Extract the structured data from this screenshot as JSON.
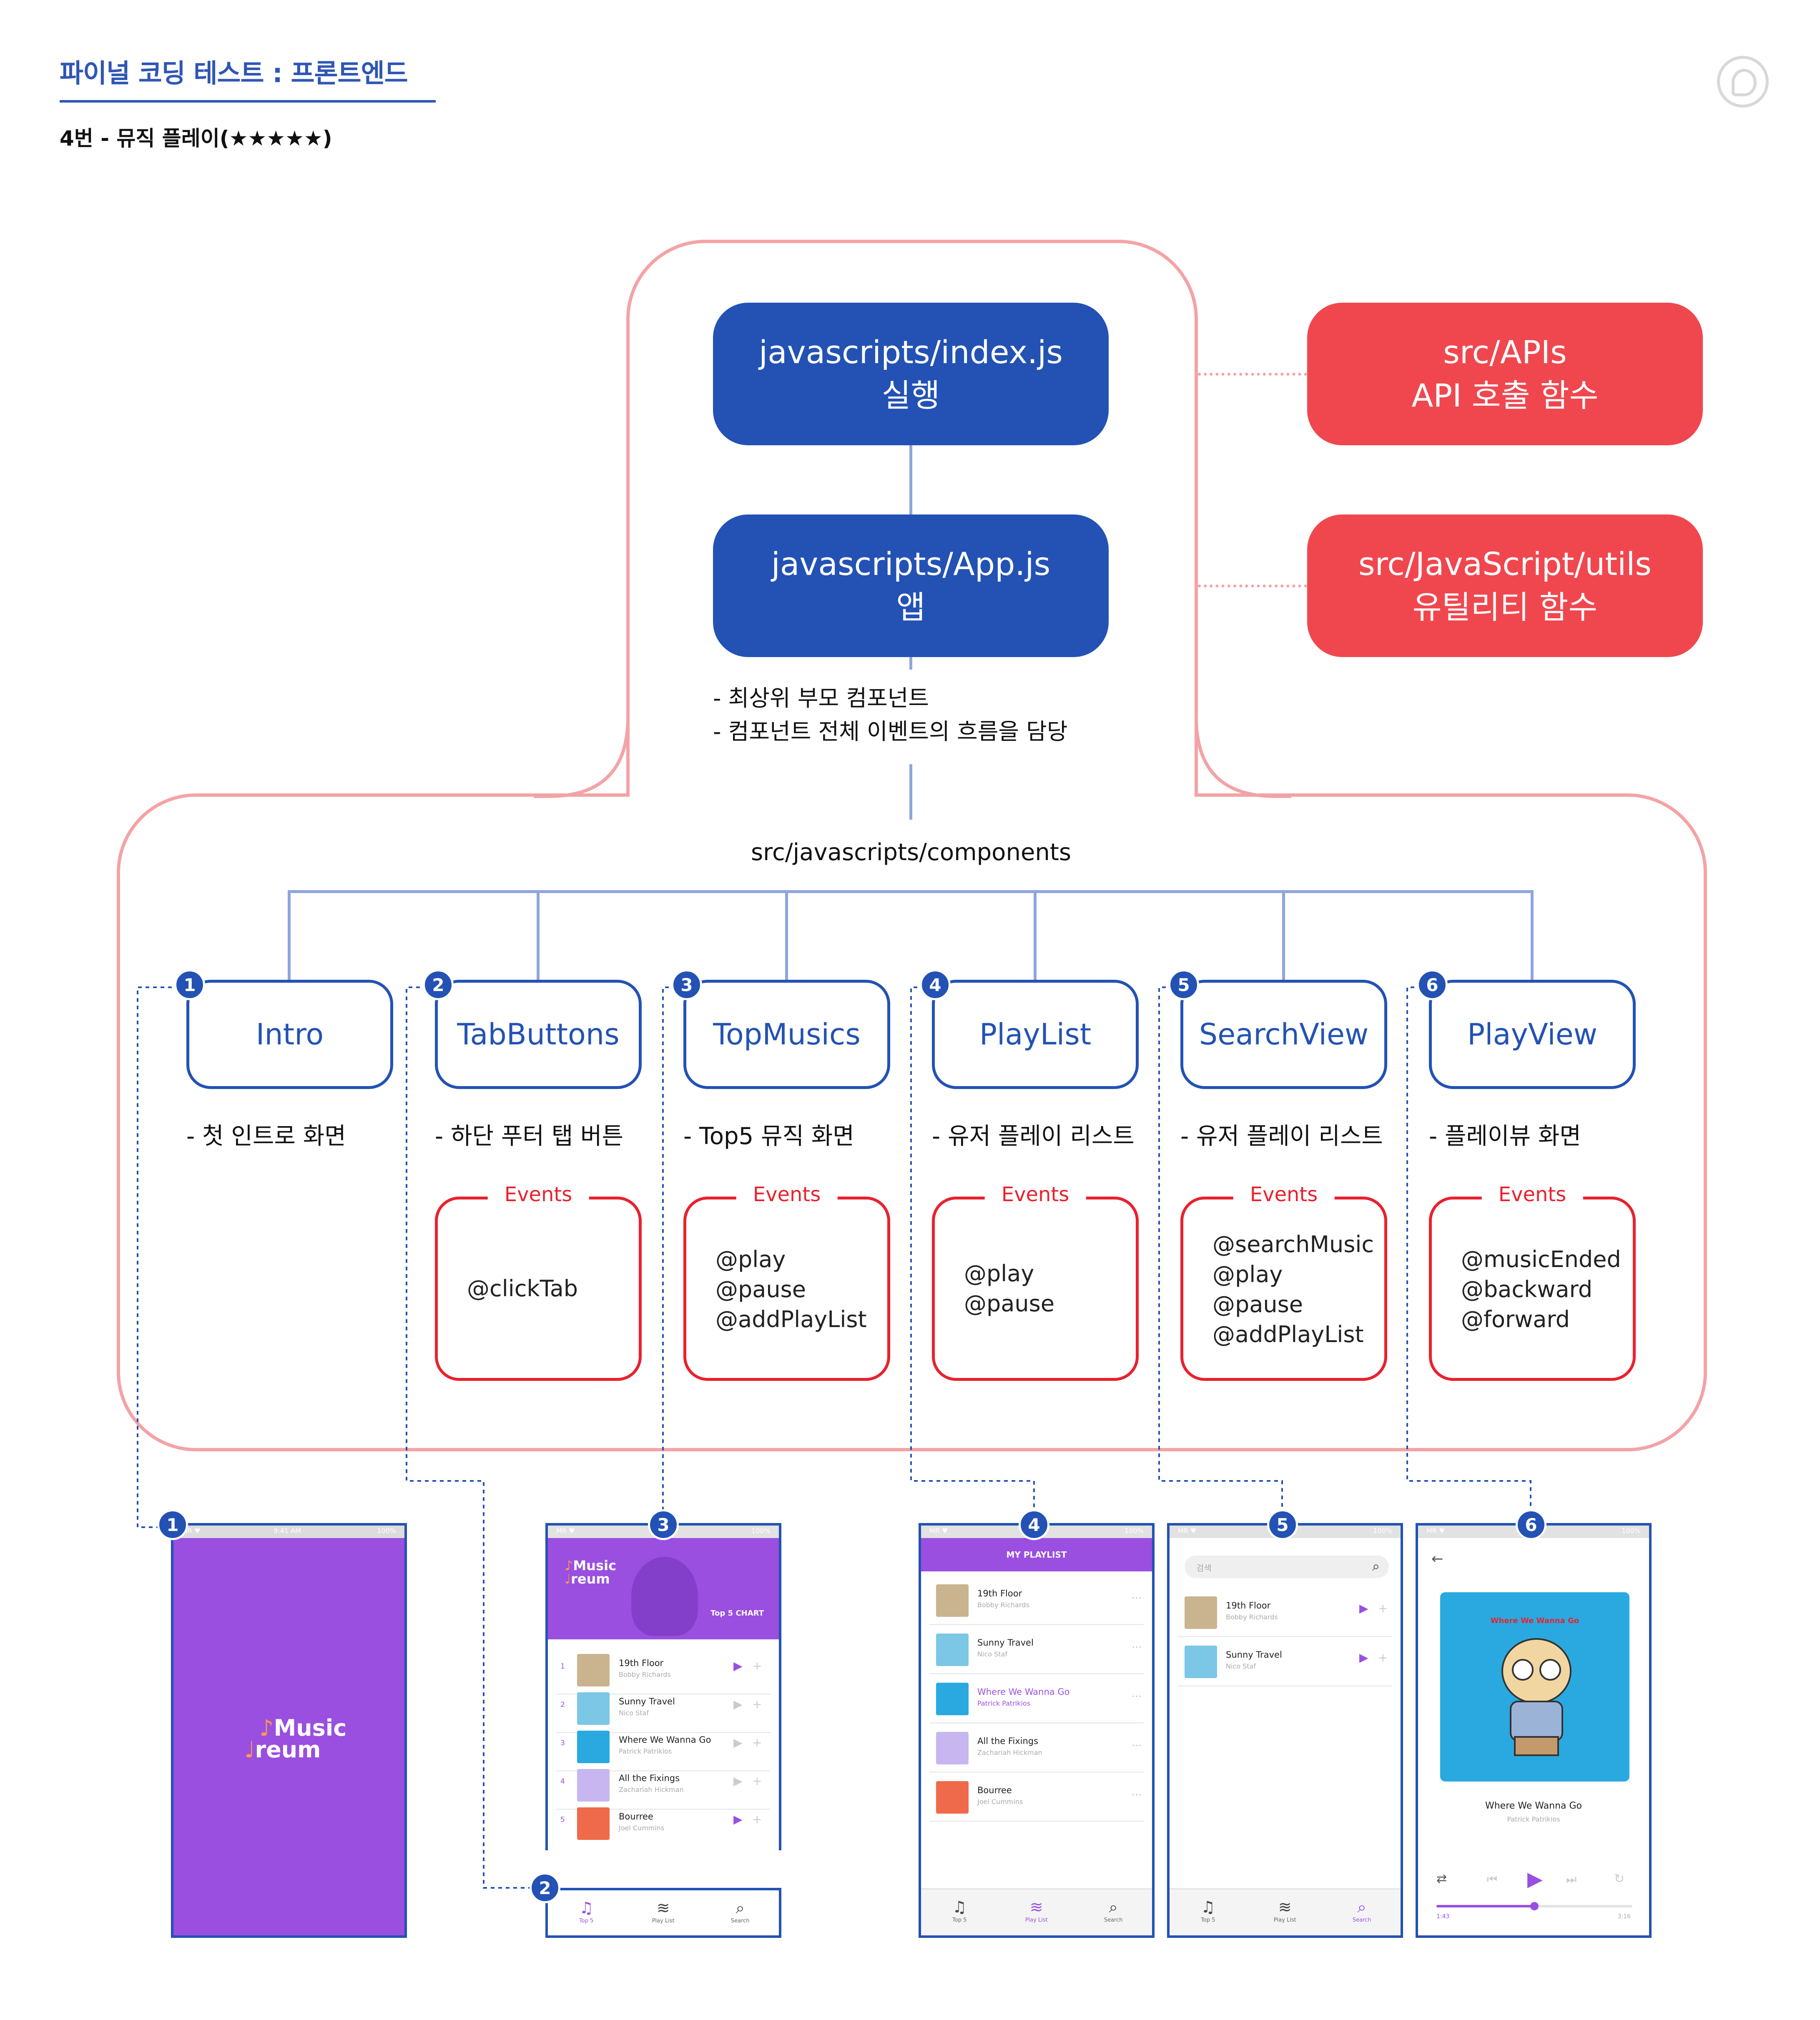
{
  "header": {
    "title": "파이널 코딩 테스트 : 프론트엔드",
    "subtitle": "4번 - 뮤직 플레이(★★★★★)"
  },
  "top": {
    "index_box": {
      "line1": "javascripts/index.js",
      "line2": "실행"
    },
    "app_box": {
      "line1": "javascripts/App.js",
      "line2": "앱"
    },
    "api_box": {
      "line1": "src/APIs",
      "line2": "API 호출 함수"
    },
    "utils_box": {
      "line1": "src/JavaScript/utils",
      "line2": "유틸리티 함수"
    },
    "app_notes": [
      "- 최상위 부모 컴포넌트",
      "- 컴포넌트 전체 이벤트의 흐름을 담당"
    ]
  },
  "components_label": "src/javascripts/components",
  "events_title": "Events",
  "components": [
    {
      "num": "1",
      "name": "Intro",
      "desc": "- 첫 인트로 화면",
      "events": []
    },
    {
      "num": "2",
      "name": "TabButtons",
      "desc": "- 하단 푸터 탭 버튼",
      "events": [
        "@clickTab"
      ]
    },
    {
      "num": "3",
      "name": "TopMusics",
      "desc": "- Top5 뮤직 화면",
      "events": [
        "@play",
        "@pause",
        "@addPlayList"
      ]
    },
    {
      "num": "4",
      "name": "PlayList",
      "desc": "- 유저 플레이 리스트",
      "events": [
        "@play",
        "@pause"
      ]
    },
    {
      "num": "5",
      "name": "SearchView",
      "desc": "- 유저 플레이 리스트",
      "events": [
        "@searchMusic",
        "@play",
        "@pause",
        "@addPlayList"
      ]
    },
    {
      "num": "6",
      "name": "PlayView",
      "desc": "- 플레이뷰 화면",
      "events": [
        "@musicEnded",
        "@backward",
        "@forward"
      ]
    }
  ],
  "screens": {
    "status": {
      "left": "MR ♥",
      "center": "9:41 AM",
      "right": "100%"
    },
    "logo_line1": "Music",
    "logo_line2": "reum",
    "tabs": [
      "Top 5",
      "Play List",
      "Search"
    ],
    "top5_chart_label": "Top 5 CHART",
    "playlist_header": "MY PLAYLIST",
    "search_placeholder": "검색",
    "songs": [
      {
        "num": "1",
        "title": "19th Floor",
        "artist": "Bobby Richards"
      },
      {
        "num": "2",
        "title": "Sunny Travel",
        "artist": "Nico Staf"
      },
      {
        "num": "3",
        "title": "Where We Wanna Go",
        "artist": "Patrick Patrikios"
      },
      {
        "num": "4",
        "title": "All the Fixings",
        "artist": "Zachariah Hickman"
      },
      {
        "num": "5",
        "title": "Bourree",
        "artist": "Joel Cummins"
      }
    ],
    "player": {
      "cover_text": "Where We Wanna Go",
      "title": "Where We Wanna Go",
      "artist": "Patrick Patrikios",
      "time_current": "1:43",
      "time_total": "3:16",
      "progress": 0.5
    }
  },
  "colors": {
    "blue": "#2352b4",
    "red": "#f0474f",
    "pink_frame": "#f3a3a6",
    "event_red": "#e8222e",
    "purple": "#9b4fe0",
    "cover_bg": "#29a9e0"
  }
}
